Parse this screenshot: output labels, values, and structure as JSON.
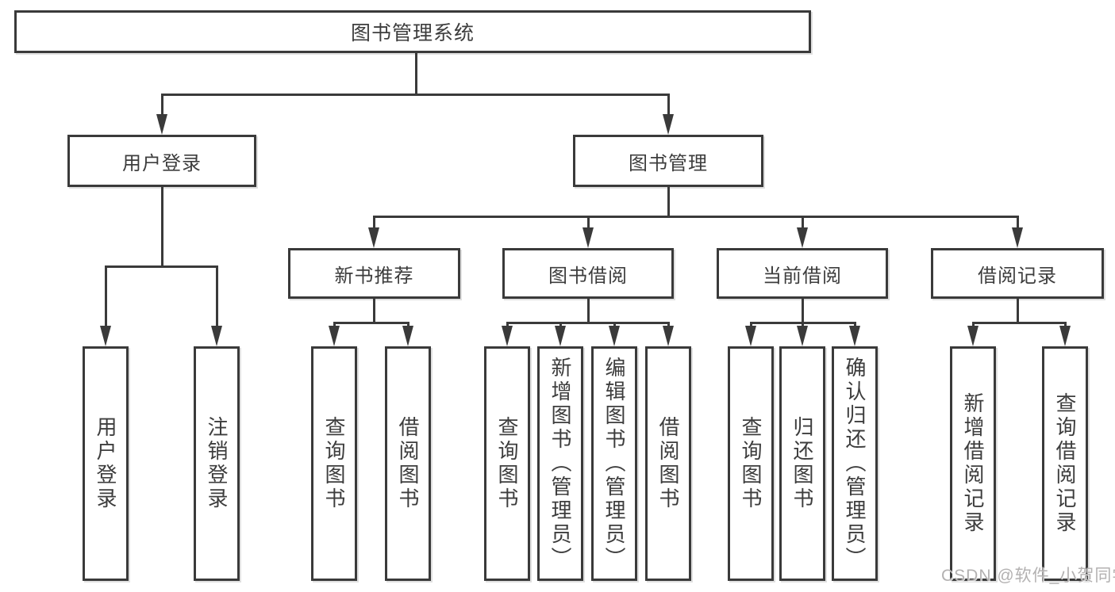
{
  "diagram": {
    "title": "图书管理系统",
    "branches": {
      "user_login": {
        "label": "用户登录",
        "children": {
          "login": "用户登录",
          "logout": "注销登录"
        }
      },
      "book_management": {
        "label": "图书管理",
        "sections": {
          "new_book_recommend": {
            "label": "新书推荐",
            "children": {
              "query_books": "查询图书",
              "borrow_books": "借阅图书"
            }
          },
          "book_borrowing": {
            "label": "图书借阅",
            "children": {
              "query_books": "查询图书",
              "add_books": "新增图书（管理员）",
              "edit_books": "编辑图书（管理员）",
              "borrow_books": "借阅图书"
            }
          },
          "current_borrowing": {
            "label": "当前借阅",
            "children": {
              "query_books": "查询图书",
              "return_books": "归还图书",
              "confirm_return": "确认归还（管理员）"
            }
          },
          "borrow_records": {
            "label": "借阅记录",
            "children": {
              "add_record": "新增借阅记录",
              "query_record": "查询借阅记录"
            }
          }
        }
      }
    },
    "watermark": "CSDN @软件_小贺同学",
    "colors": {
      "line": "#3a3a3a",
      "box_border": "#3a3a3a",
      "text": "#3d3d3d",
      "watermark": "#b3b1b1",
      "background": "#ffffff"
    }
  }
}
